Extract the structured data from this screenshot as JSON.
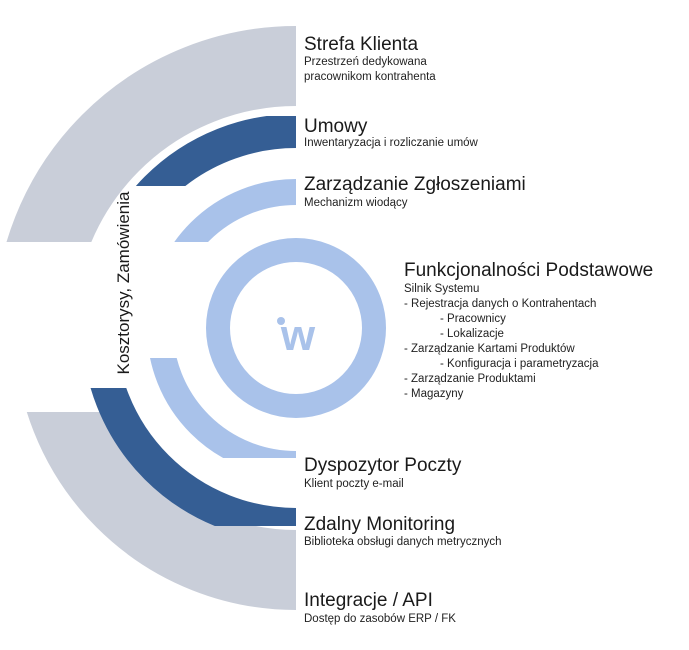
{
  "colors": {
    "outer": "#c9ced9",
    "dark": "#355e94",
    "light": "#a9c2ea",
    "logo": "#a9c2ea"
  },
  "logo": {
    "icon": "w-logo-icon",
    "text": "w"
  },
  "side_label": "Kosztorysy, Zamówienia",
  "segments": [
    {
      "title": "Strefa Klienta",
      "subtitle": "Przestrzeń dedykowana",
      "subtitle2": "pracownikom kontrahenta"
    },
    {
      "title": "Umowy",
      "subtitle": "Inwentaryzacja i rozliczanie umów"
    },
    {
      "title": "Zarządzanie Zgłoszeniami",
      "subtitle": "Mechanizm wiodący"
    },
    {
      "title": "Dyspozytor Poczty",
      "subtitle": "Klient poczty e-mail"
    },
    {
      "title": "Zdalny Monitoring",
      "subtitle": "Biblioteka obsługi danych metrycznych"
    },
    {
      "title": "Integracje / API",
      "subtitle": "Dostęp do zasobów ERP / FK"
    }
  ],
  "core": {
    "title": "Funkcjonalności Podstawowe",
    "items": [
      {
        "text": "Silnik Systemu",
        "level": 1
      },
      {
        "text": "- Rejestracja danych o Kontrahentach",
        "level": 1
      },
      {
        "text": "- Pracownicy",
        "level": 2
      },
      {
        "text": "- Lokalizacje",
        "level": 2
      },
      {
        "text": "- Zarządzanie Kartami Produktów",
        "level": 1
      },
      {
        "text": "- Konfiguracja i parametryzacja",
        "level": 2
      },
      {
        "text": "- Zarządzanie Produktami",
        "level": 1
      },
      {
        "text": "- Magazyny",
        "level": 1
      }
    ]
  }
}
